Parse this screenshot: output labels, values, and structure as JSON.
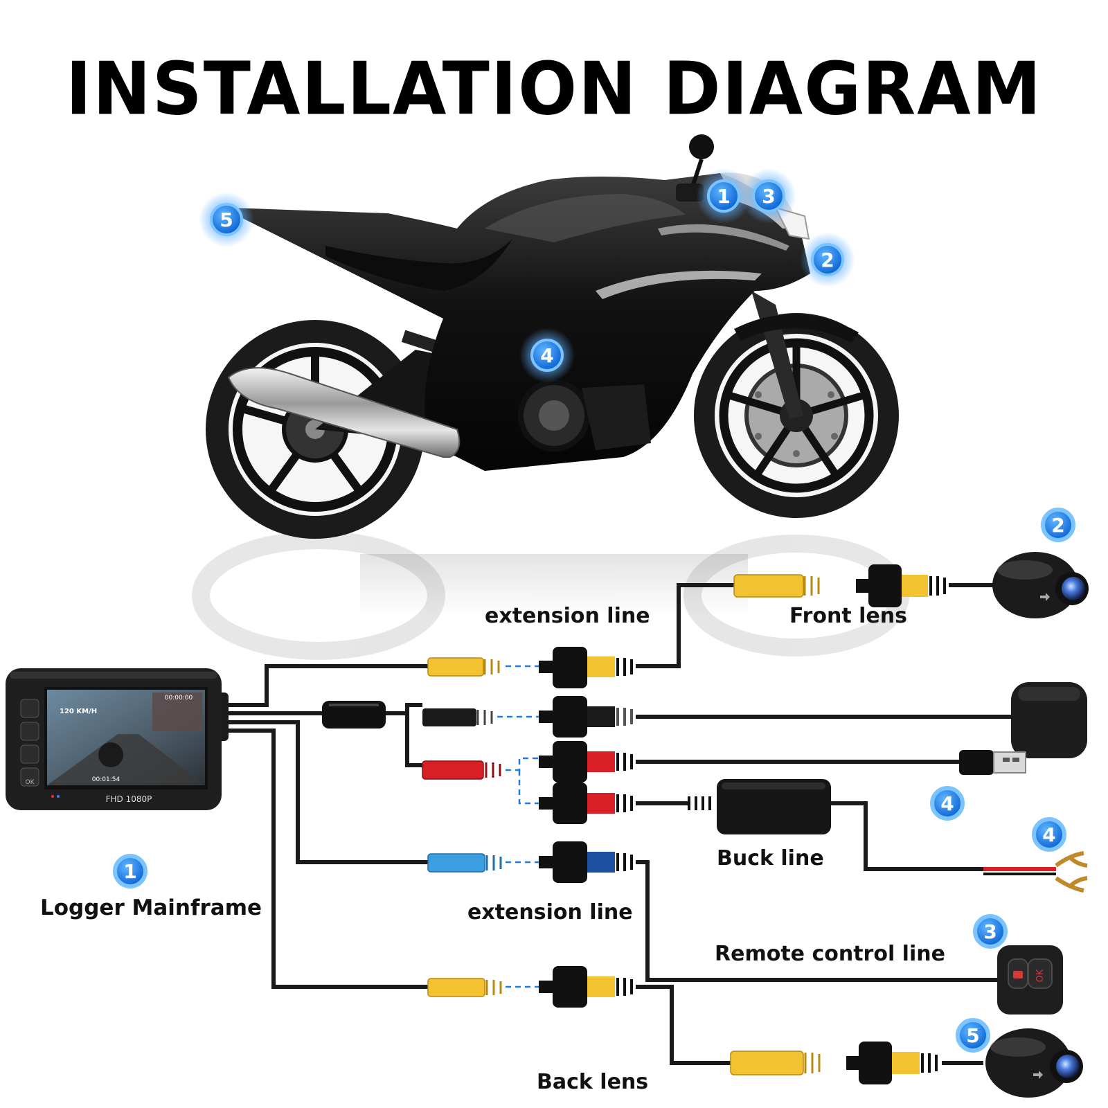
{
  "title": "INSTALLATION DIAGRAM",
  "colors": {
    "badge": "#1a7de8",
    "badge_glow": "#7cc4ff",
    "cable": "#1a1a1a",
    "yellow": "#f2c230",
    "red": "#d81f26",
    "blue": "#3a9ee0",
    "navy": "#1d4fa0"
  },
  "badges": {
    "bike_1": "1",
    "bike_2": "2",
    "bike_3": "3",
    "bike_4": "4",
    "bike_5": "5",
    "front_lens": "2",
    "usb": "4",
    "battery": "4",
    "remote": "3",
    "back_lens": "5",
    "mainframe": "1"
  },
  "labels": {
    "extension_line_top": "extension line",
    "front_lens": "Front lens",
    "buck_line": "Buck line",
    "extension_line_bottom": "extension line",
    "remote_control_line": "Remote control line",
    "back_lens": "Back lens",
    "logger_mainframe": "Logger Mainframe"
  },
  "device_screen": {
    "timer_top": "00:00:00",
    "speed": "120 KM/H",
    "timer_bottom": "00:01:54",
    "resolution": "FHD 1080P",
    "ok_key": "OK"
  },
  "remote_keys": {
    "ok": "OK"
  }
}
